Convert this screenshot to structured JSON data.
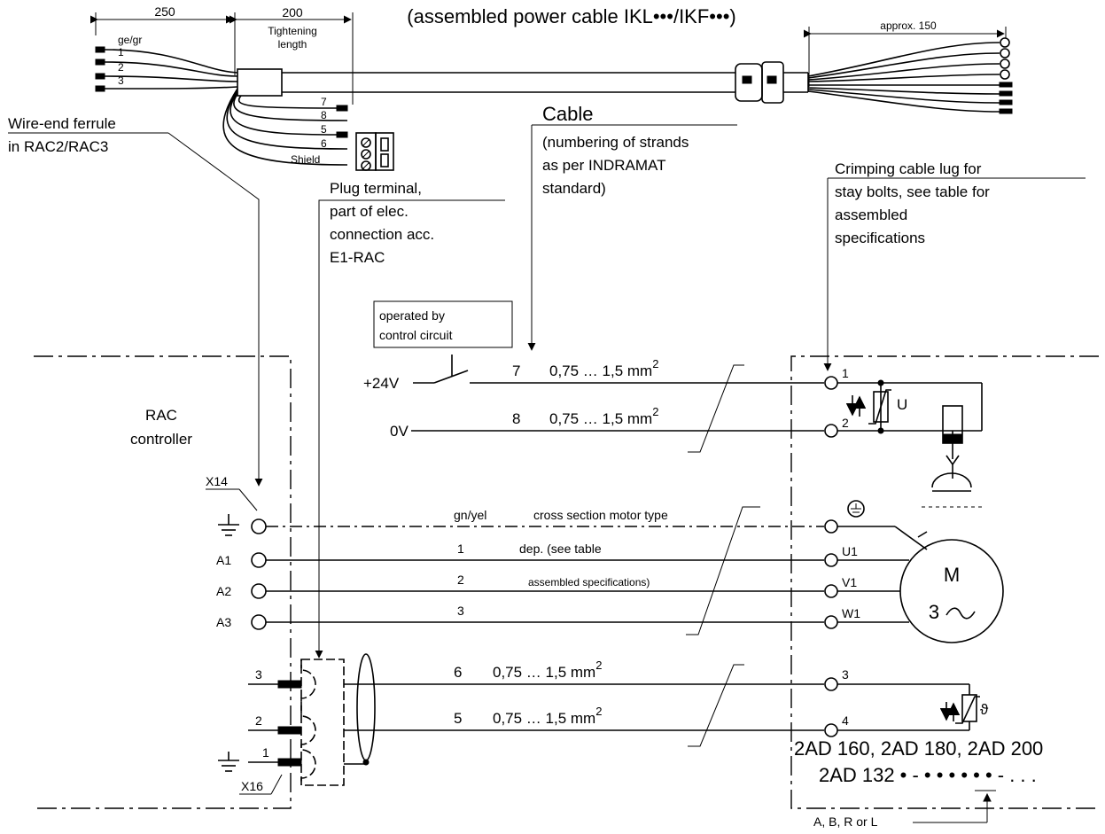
{
  "header": {
    "title": "(assembled power cable IKL•••/IKF•••)",
    "dim_250": "250",
    "dim_200": "200",
    "tightening_1": "Tightening",
    "tightening_2": "length",
    "dim_150": "approx. 150"
  },
  "cable_end": {
    "strands": [
      "ge/gr",
      "1",
      "2",
      "3"
    ],
    "strands_lower": [
      "7",
      "8",
      "5",
      "6",
      "Shield"
    ]
  },
  "labels": {
    "ferrule_1": "Wire-end ferrule",
    "ferrule_2": "in RAC2/RAC3",
    "cable_1": "Cable",
    "cable_2": "(numbering of strands",
    "cable_3": "as per  INDRAMAT",
    "cable_4": "standard)",
    "plug_1": "Plug terminal,",
    "plug_2": "part of elec.",
    "plug_3": "connection acc.",
    "plug_4": "E1-RAC",
    "crimp_1": "Crimping cable lug for",
    "crimp_2": "stay bolts, see table for",
    "crimp_3": "assembled",
    "crimp_4": "specifications",
    "operated_1": "operated by",
    "operated_2": "control circuit"
  },
  "controller": {
    "name_1": "RAC",
    "name_2": "controller",
    "x14": "X14",
    "x16": "X16",
    "a1": "A1",
    "a2": "A2",
    "a3": "A3",
    "x16_pins": [
      "3",
      "2",
      "1"
    ]
  },
  "wires": {
    "plus24": "+24V",
    "zero": "0V",
    "w7": "7",
    "w8": "8",
    "gnyel": "gn/yel",
    "w1": "1",
    "w2": "2",
    "w3": "3",
    "w6": "6",
    "w5": "5",
    "spec_mm": "0,75 … 1,5 mm",
    "sup2": "2",
    "cross_section": "cross section motor type",
    "dep": "dep. (see table",
    "assembled_specs": "assembled specifications)"
  },
  "motor": {
    "t1": "1",
    "t2": "2",
    "u": "U",
    "u1": "U1",
    "v1": "V1",
    "w1": "W1",
    "t3": "3",
    "t4": "4",
    "m": "M",
    "three_phase": "3",
    "theta": "ϑ",
    "types_line1": "2AD 160, 2AD 180, 2AD 200",
    "types_line2": "2AD 132",
    "types_suffix": "• - • • • • • • - . . .",
    "variant_label": "A, B, R or L"
  },
  "colors": {
    "ink": "#000000",
    "background": "#ffffff"
  }
}
